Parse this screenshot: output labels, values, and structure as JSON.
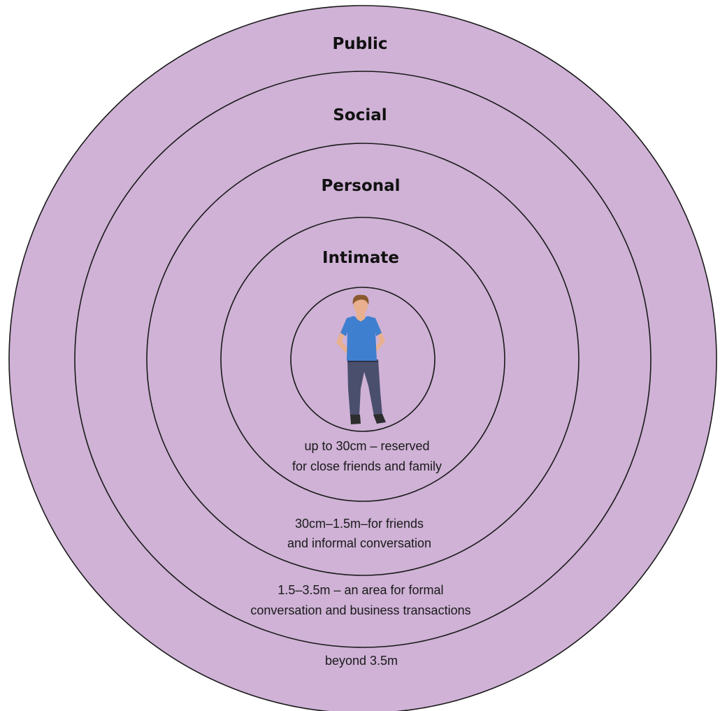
{
  "diagram": {
    "fill_color": "#cfb2d6",
    "stroke_color": "#1a1a1a",
    "zones": {
      "public": {
        "title": "Public",
        "description": [
          "beyond 3.5m"
        ]
      },
      "social": {
        "title": "Social",
        "description": [
          "1.5–3.5m – an area for formal",
          "conversation and business transactions"
        ]
      },
      "personal": {
        "title": "Personal",
        "description": [
          "30cm–1.5m–for friends",
          "and informal conversation"
        ]
      },
      "intimate": {
        "title": "Intimate",
        "description": [
          "up to 30cm – reserved",
          "for close friends and family"
        ]
      }
    },
    "figure": {
      "shirt_color": "#3f7fcf",
      "jeans_color": "#4b4f6e",
      "skin_color": "#e9b08f",
      "hair_color": "#8a5a2e"
    }
  }
}
